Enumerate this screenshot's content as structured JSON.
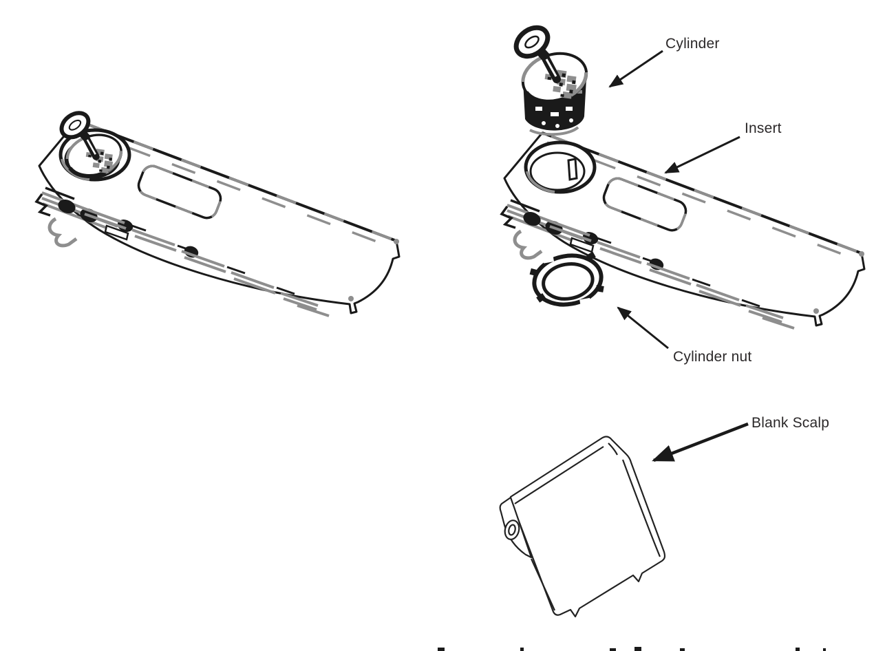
{
  "diagram": {
    "background": "#ffffff",
    "ink_color": "#1a1a1a",
    "accent_gray": "#8e8e8e",
    "label_color": "#2b2829",
    "callouts": {
      "cylinder": "Cylinder",
      "insert": "Insert",
      "cylinder_nut": "Cylinder nut",
      "blank_scalp": "Blank Scalp"
    },
    "drawings": [
      "assembled-insert-with-cylinder",
      "cylinder-with-key",
      "insert-panel",
      "cylinder-nut-ring",
      "blank-scalp-cover"
    ]
  }
}
